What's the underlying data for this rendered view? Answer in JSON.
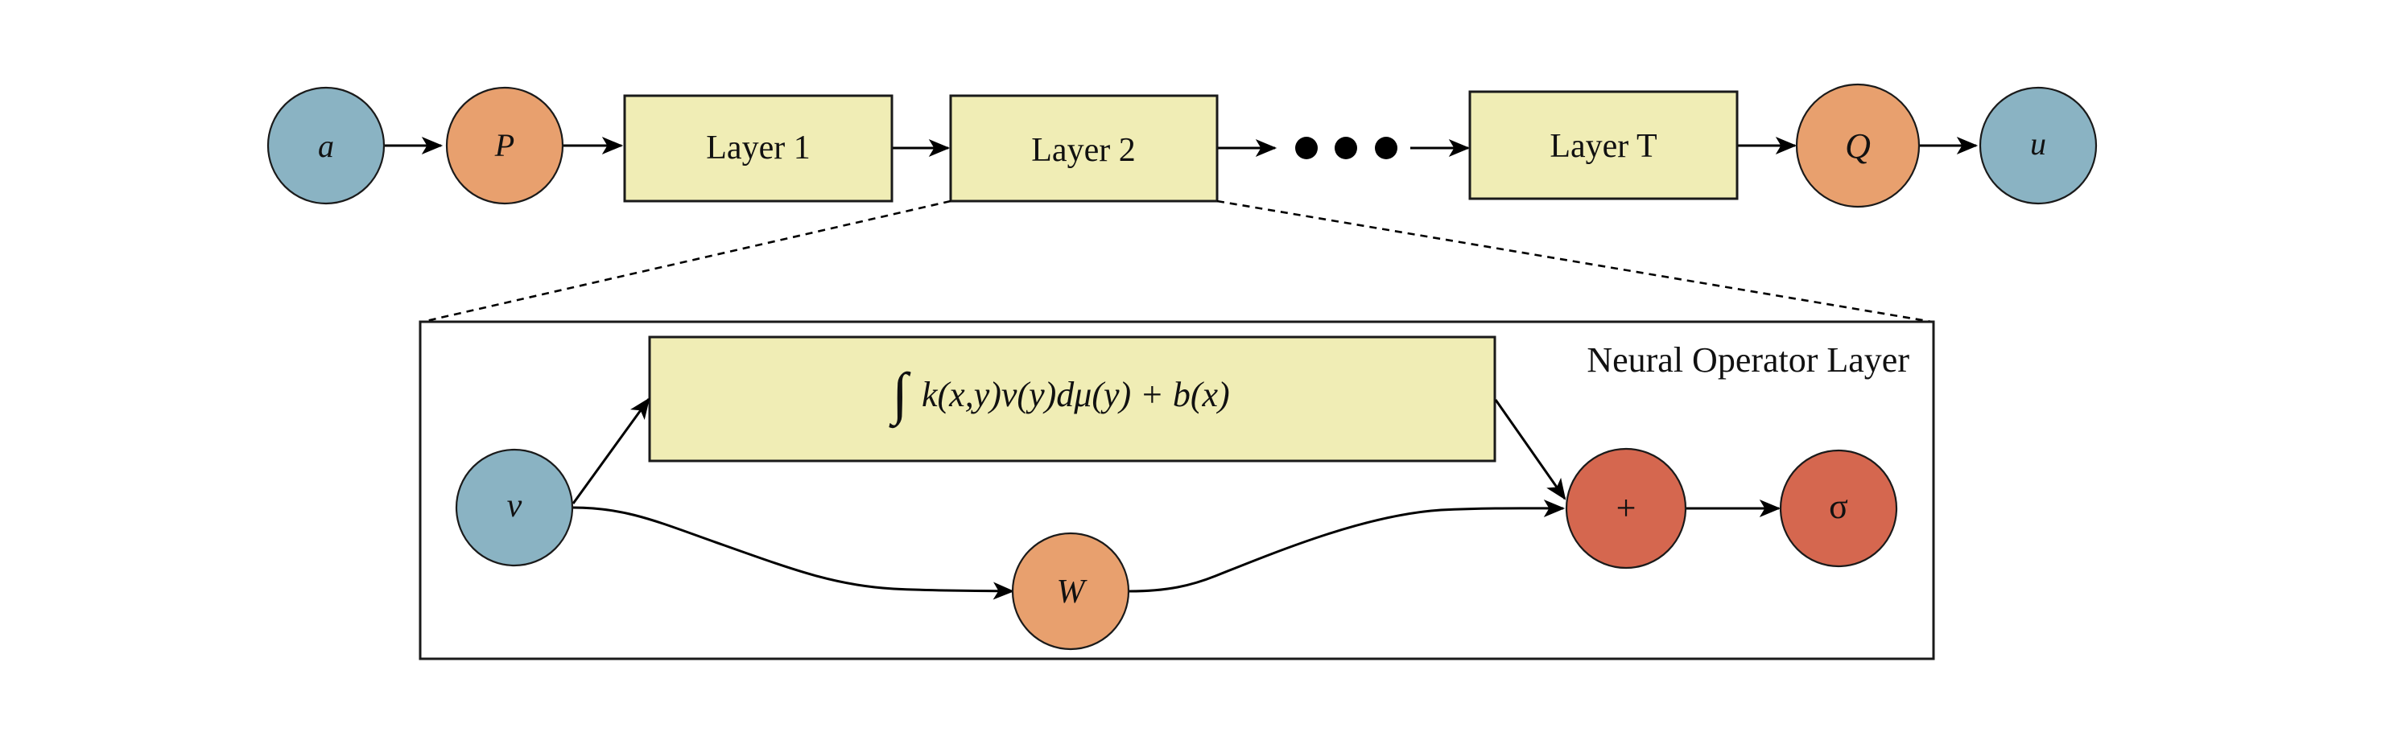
{
  "colors": {
    "input_output_node": "#8AB3C3",
    "projection_node": "#E8A06E",
    "layer_box": "#F0EDB5",
    "op_node": "#D5674F",
    "stroke": "#1a1a1a"
  },
  "pipeline": {
    "input": "a",
    "lift": "P",
    "layers": [
      "Layer 1",
      "Layer 2",
      "Layer T"
    ],
    "project": "Q",
    "output": "u"
  },
  "detail": {
    "title": "Neural Operator Layer",
    "input": "v",
    "integral_operator": "k(x,y)v(y)dμ(y) + b(x)",
    "integral_sign": "∫",
    "linear": "W",
    "sum": "+",
    "activation": "σ"
  }
}
